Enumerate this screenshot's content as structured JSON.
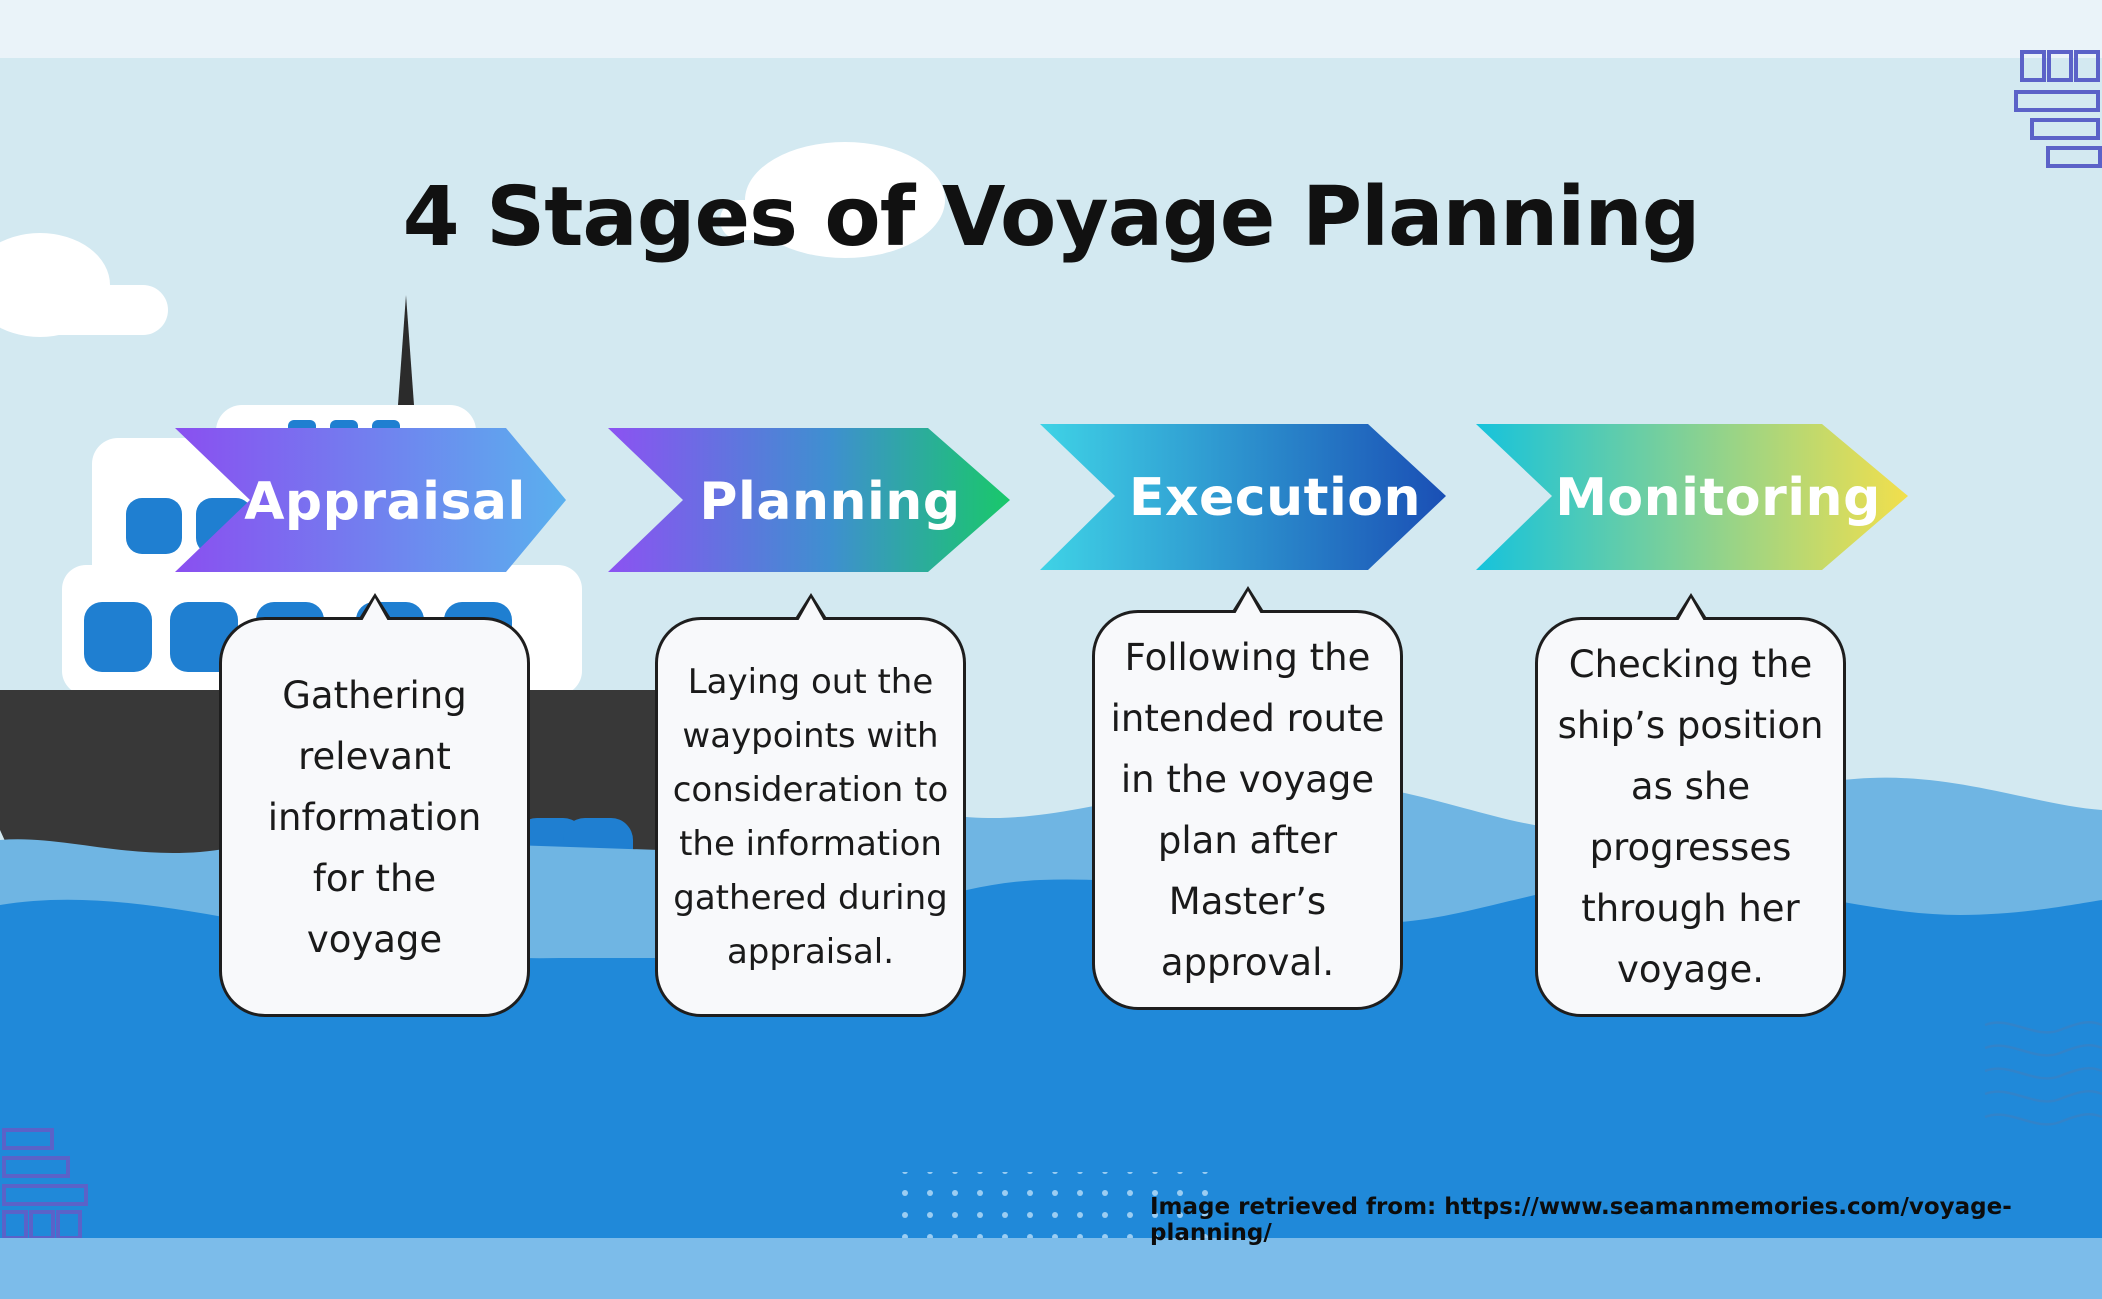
{
  "title": "4 Stages of Voyage Planning",
  "stages": [
    {
      "label": "Appraisal",
      "description": "Gathering relevant information for the voyage"
    },
    {
      "label": "Planning",
      "description": "Laying out the waypoints with consideration to the information gathered during appraisal."
    },
    {
      "label": "Execution",
      "description": "Following the intended route in the voyage plan after Master’s approval."
    },
    {
      "label": "Monitoring",
      "description": "Checking the ship’s position as she progresses through her voyage."
    }
  ],
  "caption": "Image retrieved from: https://www.seamanmemories.com/voyage-planning/",
  "colors": {
    "sky": "#d3e9f1",
    "sea": "#2089d9",
    "hull": "#383838",
    "appraisal_gradient": [
      "#8a4ff0",
      "#5ab0ee"
    ],
    "planning_gradient": [
      "#8c52f2",
      "#19c86a"
    ],
    "execution_gradient": [
      "#3fd3e6",
      "#1a4fb5"
    ],
    "monitoring_gradient": [
      "#16c3dc",
      "#f2df4c"
    ]
  }
}
